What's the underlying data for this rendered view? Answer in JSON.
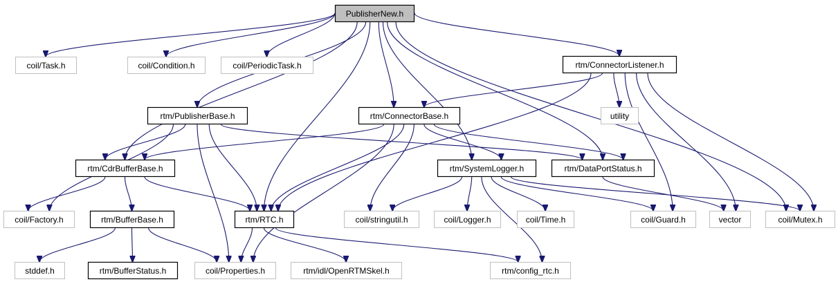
{
  "title": "PublisherNew.h",
  "colors": {
    "edge": "#191970",
    "root_fill": "#bfbfbf",
    "undocumented_border": "#bfbfbf",
    "documented_border": "#000000"
  },
  "nodes": [
    {
      "id": "publishernew",
      "label": "PublisherNew.h",
      "kind": "root"
    },
    {
      "id": "task",
      "label": "coil/Task.h",
      "kind": "external"
    },
    {
      "id": "condition",
      "label": "coil/Condition.h",
      "kind": "external"
    },
    {
      "id": "periodictask",
      "label": "coil/PeriodicTask.h",
      "kind": "external"
    },
    {
      "id": "connectorlistener",
      "label": "rtm/ConnectorListener.h",
      "kind": "documented"
    },
    {
      "id": "utility",
      "label": "utility",
      "kind": "external"
    },
    {
      "id": "publisherbase",
      "label": "rtm/PublisherBase.h",
      "kind": "documented"
    },
    {
      "id": "connectorbase",
      "label": "rtm/ConnectorBase.h",
      "kind": "documented"
    },
    {
      "id": "cdrbufferbase",
      "label": "rtm/CdrBufferBase.h",
      "kind": "documented"
    },
    {
      "id": "systemlogger",
      "label": "rtm/SystemLogger.h",
      "kind": "documented"
    },
    {
      "id": "dataportstatus",
      "label": "rtm/DataPortStatus.h",
      "kind": "documented"
    },
    {
      "id": "factory",
      "label": "coil/Factory.h",
      "kind": "external"
    },
    {
      "id": "bufferbase",
      "label": "rtm/BufferBase.h",
      "kind": "documented"
    },
    {
      "id": "rtc",
      "label": "rtm/RTC.h",
      "kind": "documented"
    },
    {
      "id": "stringutil",
      "label": "coil/stringutil.h",
      "kind": "external"
    },
    {
      "id": "logger",
      "label": "coil/Logger.h",
      "kind": "external"
    },
    {
      "id": "time",
      "label": "coil/Time.h",
      "kind": "external"
    },
    {
      "id": "guard",
      "label": "coil/Guard.h",
      "kind": "external"
    },
    {
      "id": "vector",
      "label": "vector",
      "kind": "external"
    },
    {
      "id": "mutex",
      "label": "coil/Mutex.h",
      "kind": "external"
    },
    {
      "id": "stddef",
      "label": "stddef.h",
      "kind": "external"
    },
    {
      "id": "bufferstatus",
      "label": "rtm/BufferStatus.h",
      "kind": "documented"
    },
    {
      "id": "properties",
      "label": "coil/Properties.h",
      "kind": "external"
    },
    {
      "id": "openrtmskel",
      "label": "rtm/idl/OpenRTMSkel.h",
      "kind": "external"
    },
    {
      "id": "config_rtc",
      "label": "rtm/config_rtc.h",
      "kind": "external"
    }
  ],
  "edges": [
    [
      "publishernew",
      "task"
    ],
    [
      "publishernew",
      "condition"
    ],
    [
      "publishernew",
      "periodictask"
    ],
    [
      "publishernew",
      "connectorlistener"
    ],
    [
      "publishernew",
      "publisherbase"
    ],
    [
      "publishernew",
      "cdrbufferbase"
    ],
    [
      "publishernew",
      "rtc"
    ],
    [
      "publishernew",
      "connectorbase"
    ],
    [
      "publishernew",
      "systemlogger"
    ],
    [
      "publishernew",
      "dataportstatus"
    ],
    [
      "publishernew",
      "mutex"
    ],
    [
      "connectorlistener",
      "utility"
    ],
    [
      "connectorlistener",
      "connectorbase"
    ],
    [
      "connectorlistener",
      "rtc"
    ],
    [
      "connectorlistener",
      "guard"
    ],
    [
      "connectorlistener",
      "vector"
    ],
    [
      "connectorlistener",
      "mutex"
    ],
    [
      "publisherbase",
      "cdrbufferbase"
    ],
    [
      "publisherbase",
      "factory"
    ],
    [
      "publisherbase",
      "rtc"
    ],
    [
      "publisherbase",
      "properties"
    ],
    [
      "publisherbase",
      "dataportstatus"
    ],
    [
      "connectorbase",
      "cdrbufferbase"
    ],
    [
      "connectorbase",
      "rtc"
    ],
    [
      "connectorbase",
      "systemlogger"
    ],
    [
      "connectorbase",
      "dataportstatus"
    ],
    [
      "connectorbase",
      "stringutil"
    ],
    [
      "connectorbase",
      "properties"
    ],
    [
      "cdrbufferbase",
      "factory"
    ],
    [
      "cdrbufferbase",
      "bufferbase"
    ],
    [
      "cdrbufferbase",
      "rtc"
    ],
    [
      "systemlogger",
      "stringutil"
    ],
    [
      "systemlogger",
      "logger"
    ],
    [
      "systemlogger",
      "time"
    ],
    [
      "systemlogger",
      "guard"
    ],
    [
      "systemlogger",
      "mutex"
    ],
    [
      "systemlogger",
      "config_rtc"
    ],
    [
      "dataportstatus",
      "vector"
    ],
    [
      "bufferbase",
      "stddef"
    ],
    [
      "bufferbase",
      "bufferstatus"
    ],
    [
      "bufferbase",
      "properties"
    ],
    [
      "rtc",
      "properties"
    ],
    [
      "rtc",
      "openrtmskel"
    ],
    [
      "rtc",
      "config_rtc"
    ]
  ]
}
